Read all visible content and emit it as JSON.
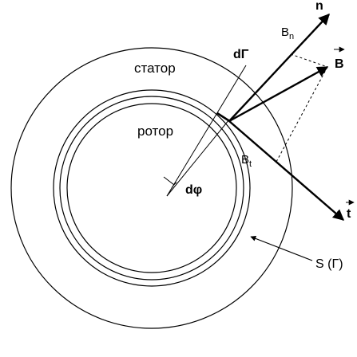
{
  "labels": {
    "stator": "статор",
    "rotor": "ротор",
    "d_gamma": "dΓ",
    "d_phi": "dφ",
    "n": "n",
    "b_n": "B",
    "b_n_sub": "n",
    "b_vec": "B",
    "b_t": "B",
    "b_t_sub": "t",
    "t_vec": "t",
    "s_gamma": "S (Γ)"
  },
  "colors": {
    "ink": "#000000",
    "background": "#ffffff"
  }
}
